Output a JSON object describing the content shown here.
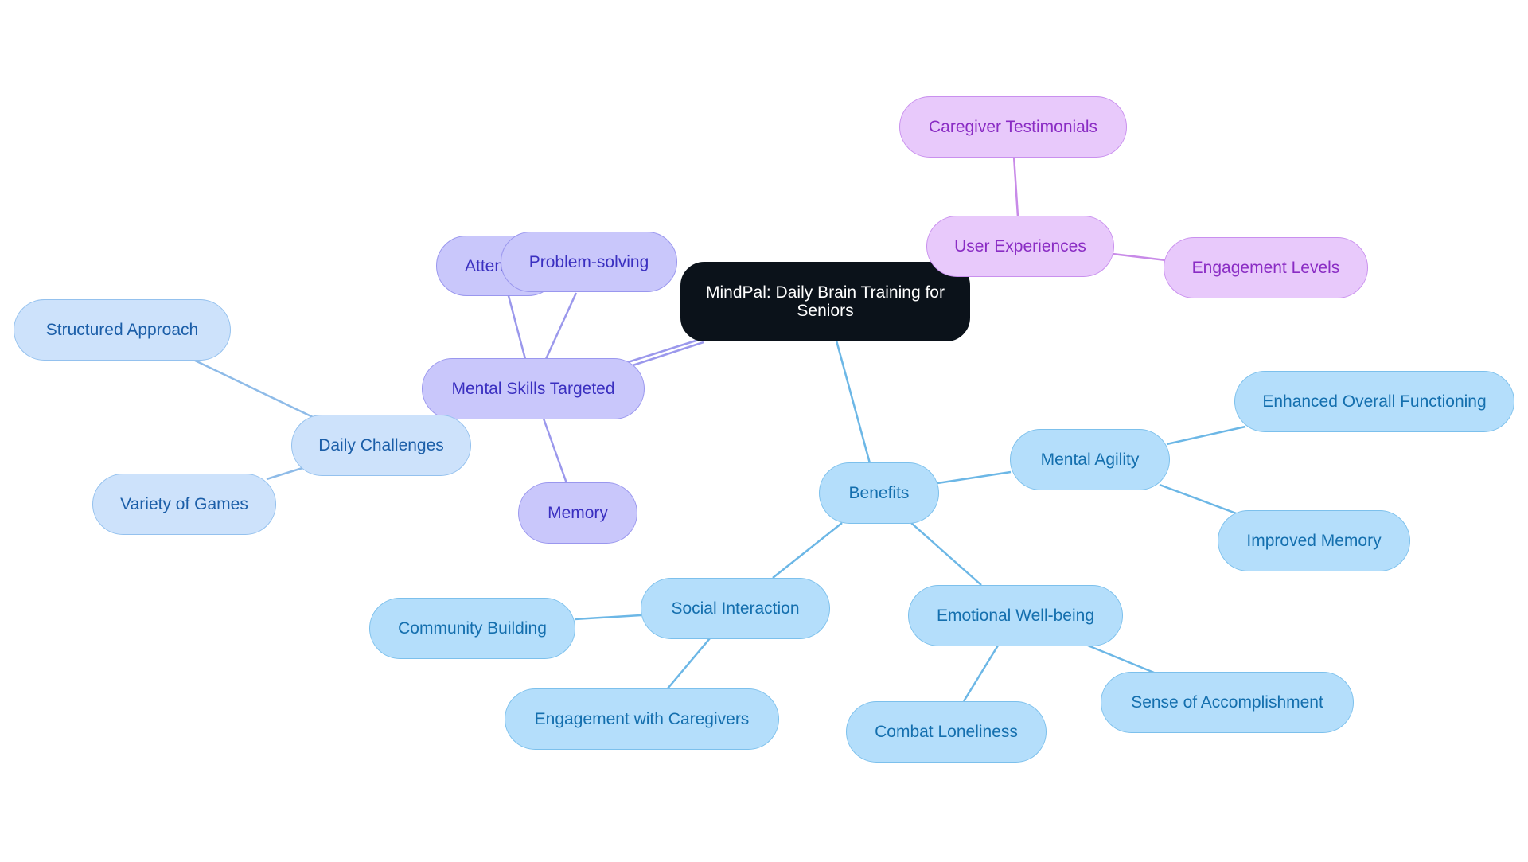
{
  "colors": {
    "violet_edge": "#9b98ec",
    "pink_edge": "#c88ae8",
    "sky_edge": "#6cb7e6",
    "pale_edge": "#8ebbe8"
  },
  "central": {
    "label": "MindPal: Daily Brain Training for Seniors"
  },
  "skills": {
    "label": "Mental Skills Targeted",
    "attention": "Attention",
    "problem_solving": "Problem-solving",
    "memory": "Memory"
  },
  "daily": {
    "label": "Daily Challenges",
    "structured": "Structured Approach",
    "variety": "Variety of Games"
  },
  "experiences": {
    "label": "User Experiences",
    "testimonials": "Caregiver Testimonials",
    "engagement_levels": "Engagement Levels"
  },
  "benefits": {
    "label": "Benefits",
    "agility": "Mental Agility",
    "enhanced": "Enhanced Overall Functioning",
    "improved_memory": "Improved Memory",
    "social": "Social Interaction",
    "community": "Community Building",
    "caregivers": "Engagement with Caregivers",
    "emotional": "Emotional Well-being",
    "loneliness": "Combat Loneliness",
    "accomplishment": "Sense of Accomplishment"
  }
}
